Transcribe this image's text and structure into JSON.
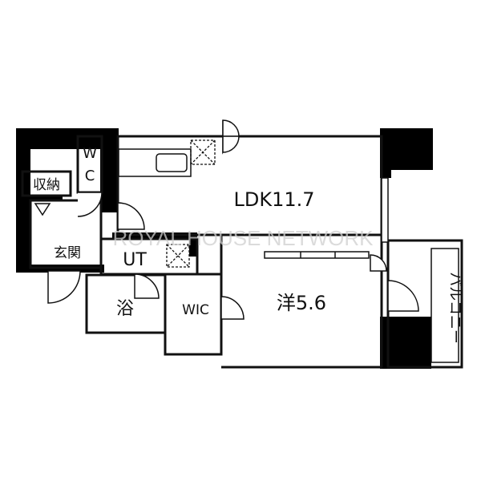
{
  "watermark": "ROYAL HOUSE NETWORK",
  "rooms": {
    "ldk": "LDK11.7",
    "wc_w": "W",
    "wc_c": "C",
    "storage": "収納",
    "entrance": "玄関",
    "ut": "UT",
    "bath": "浴",
    "wic": "WIC",
    "western": "洋5.6",
    "balcony": "バルコニー"
  },
  "colors": {
    "wall": "#000000",
    "line": "#111111",
    "background": "#ffffff"
  }
}
